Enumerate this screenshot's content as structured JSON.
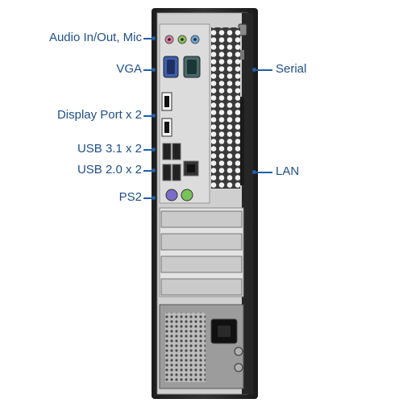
{
  "callouts": {
    "audio": "Audio In/Out, Mic",
    "vga": "VGA",
    "displayport": "Display Port x 2",
    "usb31": "USB 3.1 x 2",
    "usb20": "USB 2.0 x 2",
    "ps2": "PS2",
    "serial": "Serial",
    "lan": "LAN"
  },
  "colors": {
    "label_text": "#1f4f86",
    "leader_line": "#1f5fa8",
    "chassis": "#2b2b2b",
    "panel": "#c9c9c9"
  }
}
